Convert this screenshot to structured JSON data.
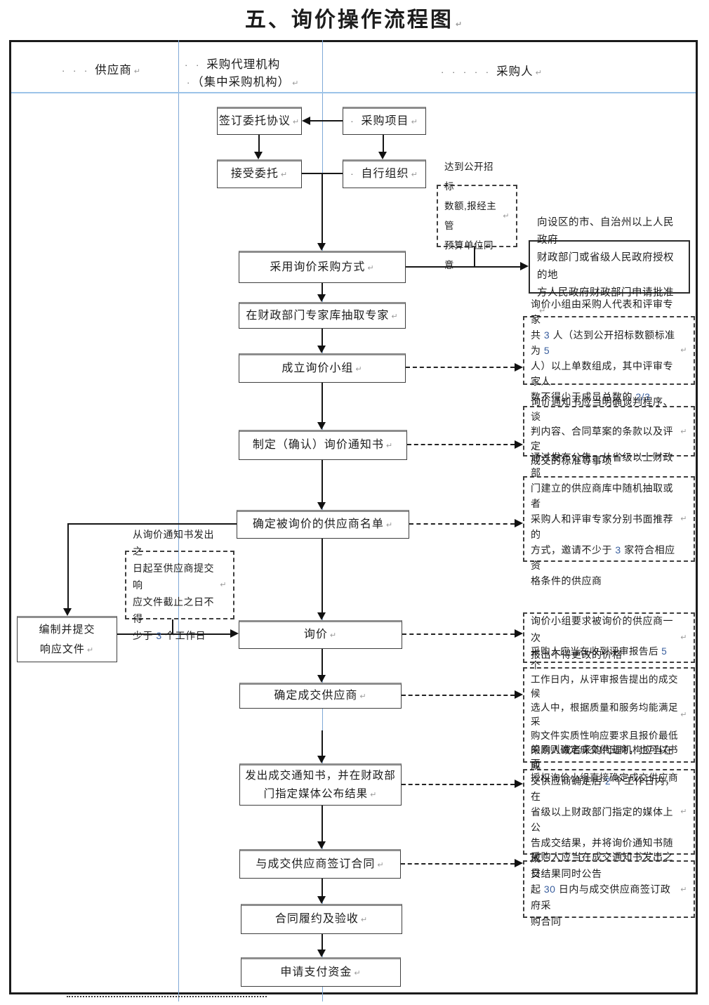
{
  "title": {
    "text": "五、询价操作流程图"
  },
  "marks": {
    "return": "↵",
    "leader1": "·",
    "leader2": "· ·",
    "leader3": "· · ·",
    "leader5": "· · · · ·"
  },
  "lanes": {
    "supplier": "供应商",
    "agency_line1": "采购代理机构",
    "agency_line2": "（集中采购机构）",
    "purchaser": "采购人"
  },
  "nodes": {
    "sign_agreement": "签订委托协议",
    "procurement_project": "采购项目",
    "accept_entrustment": "接受委托",
    "self_organize": "自行组织",
    "adopt_inquiry_method": "采用询价采购方式",
    "extract_experts": "在财政部门专家库抽取专家",
    "form_inquiry_team": "成立询价小组",
    "make_inquiry_notice": "制定（确认）询价通知书",
    "determine_supplier_list": "确定被询价的供应商名单",
    "prepare_response_docs": "编制并提交\n响应文件",
    "inquiry": "询价",
    "determine_deal_supplier": "确定成交供应商",
    "issue_deal_notice": "发出成交通知书，并在财政部\n门指定媒体公布结果",
    "sign_contract": "与成交供应商签订合同",
    "contract_acceptance": "合同履约及验收",
    "apply_payment": "申请支付资金",
    "approval_request": "向设区的市、自治州以上人民政府\n财政部门或省级人民政府授权的地\n方人民政府财政部门申请批准"
  },
  "notes": {
    "open_tender_threshold": "达到公开招标\n数额,报经主管\n预算单位同意",
    "team_composition": "询价小组由采购人代表和评审专家\n共 3 人（达到公开招标数额标准为 5\n人）以上单数组成，其中评审专家人\n数不得少于成员总数的 2/3",
    "notice_requirements": "询价通知书应当明确谈判程序、谈\n判内容、合同草案的条款以及评定\n成交的标准等事项",
    "invite_suppliers": "通过发布公告、从省级以上财政部\n门建立的供应商库中随机抽取或者\n采购人和评审专家分别书面推荐的\n方式，邀请不少于 3 家符合相应资\n格条件的供应商",
    "response_deadline": "从询价通知书发出之\n日起至供应商提交响\n应文件截止之日不得\n少于 3 个工作日",
    "one_time_quote": "询价小组要求被询价的供应商一次\n报出不得更改的价格",
    "deal_determination_rule": "采购人应当在收到评审报告后 5 个\n工作日内，从评审报告提出的成交候\n选人中，根据质量和服务均能满足采\n购文件实质性响应要求且报价最低\n的原则确定成交供应商，也可以书面\n授权询价小组直接确定成交供应商",
    "announce_result": "采购人或者采购代理机构应当在成\n交供应商确定后 2 个工作日内，在\n省级以上财政部门指定的媒体上公\n告成交结果，并将询价通知书随成\n交结果同时公告",
    "contract_within_30_days": "采购人应当在成交通知书发出之日\n起 30 日内与成交供应商签订政府采\n购合同"
  },
  "colors": {
    "lane_line": "#7fa8d6",
    "header_line": "#9cc3e8",
    "number_text": "#3a5f9e",
    "return_mark": "#9a9a9a"
  }
}
